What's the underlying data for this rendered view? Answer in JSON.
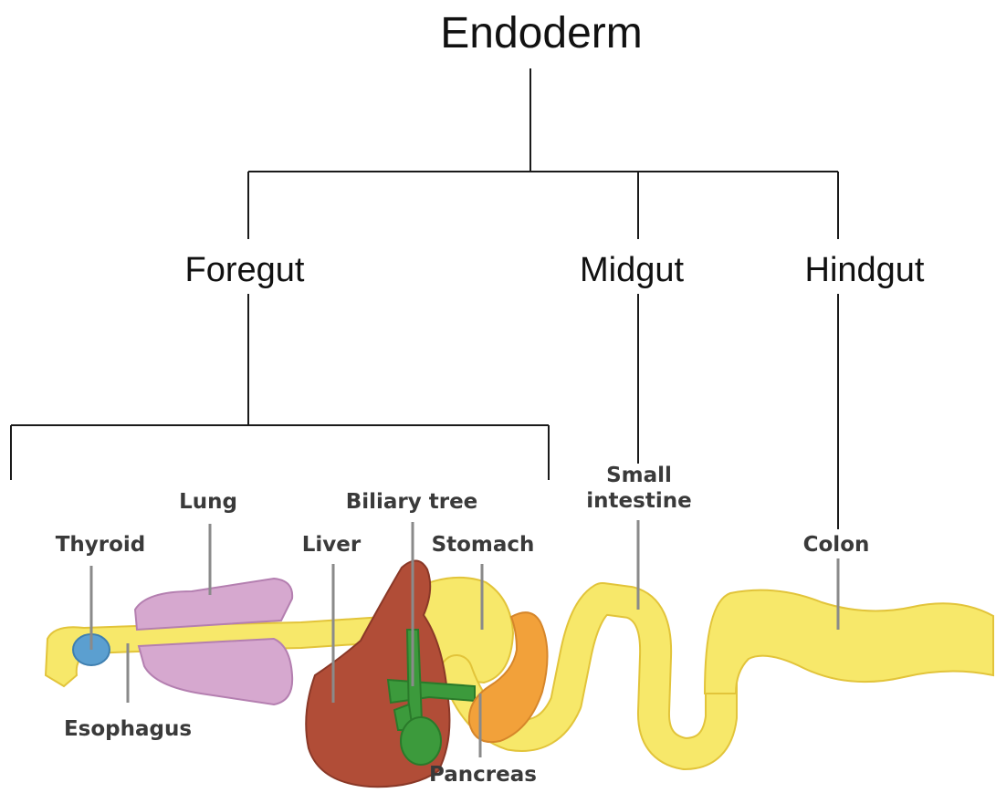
{
  "tree": {
    "root": "Endoderm",
    "branches": [
      "Foregut",
      "Midgut",
      "Hindgut"
    ]
  },
  "organs": {
    "thyroid": "Thyroid",
    "lung": "Lung",
    "esophagus": "Esophagus",
    "liver": "Liver",
    "biliary_tree": "Biliary tree",
    "stomach": "Stomach",
    "pancreas": "Pancreas",
    "small_intestine_line1": "Small",
    "small_intestine_line2": "intestine",
    "colon": "Colon"
  },
  "colors": {
    "gut_tube": "#f7e86a",
    "gut_outline": "#e2c43a",
    "lung": "#d6a8cf",
    "thyroid": "#5b9fd0",
    "liver": "#b14d37",
    "gallbladder": "#3c9a3c",
    "pancreas": "#f2a13a",
    "line": "#1a1a1a",
    "pointer": "#8a8a8a"
  }
}
